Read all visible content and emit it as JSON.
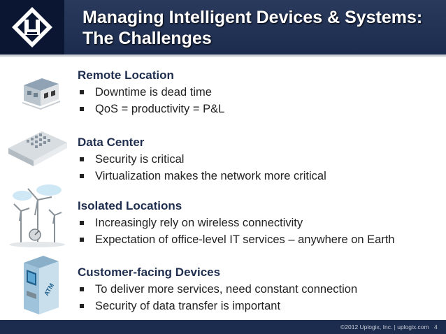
{
  "slide": {
    "title_line1": "Managing Intelligent Devices & Systems:",
    "title_line2": "The Challenges",
    "footer_copyright": "©2012 Uplogix, Inc. | uplogix.com",
    "page_number": "4"
  },
  "sections": [
    {
      "title": "Remote Location",
      "bullets": [
        "Downtime is dead time",
        "QoS = productivity = P&L"
      ],
      "icon": "building-icon"
    },
    {
      "title": "Data Center",
      "bullets": [
        "Security is critical",
        "Virtualization makes the network more critical"
      ],
      "icon": "datacenter-icon"
    },
    {
      "title": "Isolated Locations",
      "bullets": [
        "Increasingly rely on wireless connectivity",
        "Expectation of office-level IT services – anywhere on Earth"
      ],
      "icon": "wind-turbine-icon"
    },
    {
      "title": "Customer-facing Devices",
      "bullets": [
        "To deliver more services, need constant connection",
        "Security of data transfer is important"
      ],
      "icon": "atm-icon",
      "icon_text": "ATM"
    }
  ],
  "colors": {
    "header": "#1c2c4f",
    "accent_text": "#1f2e4f"
  }
}
